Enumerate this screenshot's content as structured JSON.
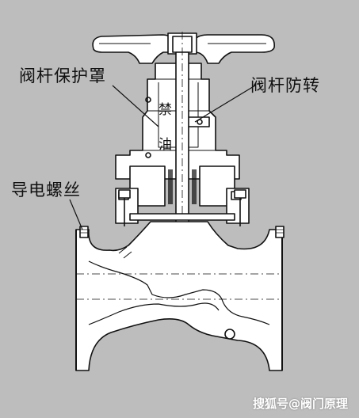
{
  "labels": {
    "stem_guard": "阀杆保护罩",
    "stem_anti_rotation": "阀杆防转",
    "ground_screw": "导电螺丝",
    "char_1": "禁",
    "char_2": "油"
  },
  "watermark": "搜狐号@阀门原理",
  "colors": {
    "background": "#bdbdbd",
    "line": "#111111",
    "fill": "#ffffff"
  }
}
